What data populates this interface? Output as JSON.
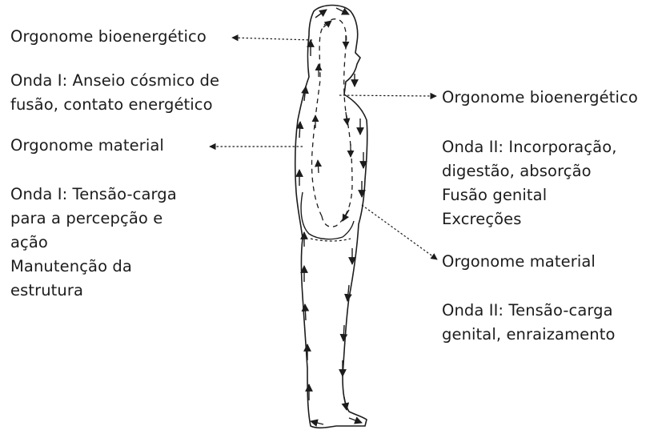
{
  "labels": {
    "left_orgonome_bio": "Orgonome bioenergético",
    "left_wave1_upper": [
      "Onda I: Anseio cósmico de",
      "fusão, contato energético"
    ],
    "left_orgonome_mat": "Orgonome material",
    "left_wave1_lower": [
      "Onda I: Tensão-carga",
      "para a percepção e",
      "ação",
      "Manutenção da",
      "estrutura"
    ],
    "right_orgonome_bio": "Orgonome bioenergético",
    "right_wave2_upper": [
      "Onda II: Incorporação,",
      "digestão, absorção",
      "Fusão genital",
      "Excreções"
    ],
    "right_orgonome_mat": "Orgonome material",
    "right_wave2_lower": [
      "Onda II: Tensão-carga",
      "genital, enraizamento"
    ]
  },
  "colors": {
    "ink": "#1c1c1c",
    "background": "#ffffff"
  }
}
